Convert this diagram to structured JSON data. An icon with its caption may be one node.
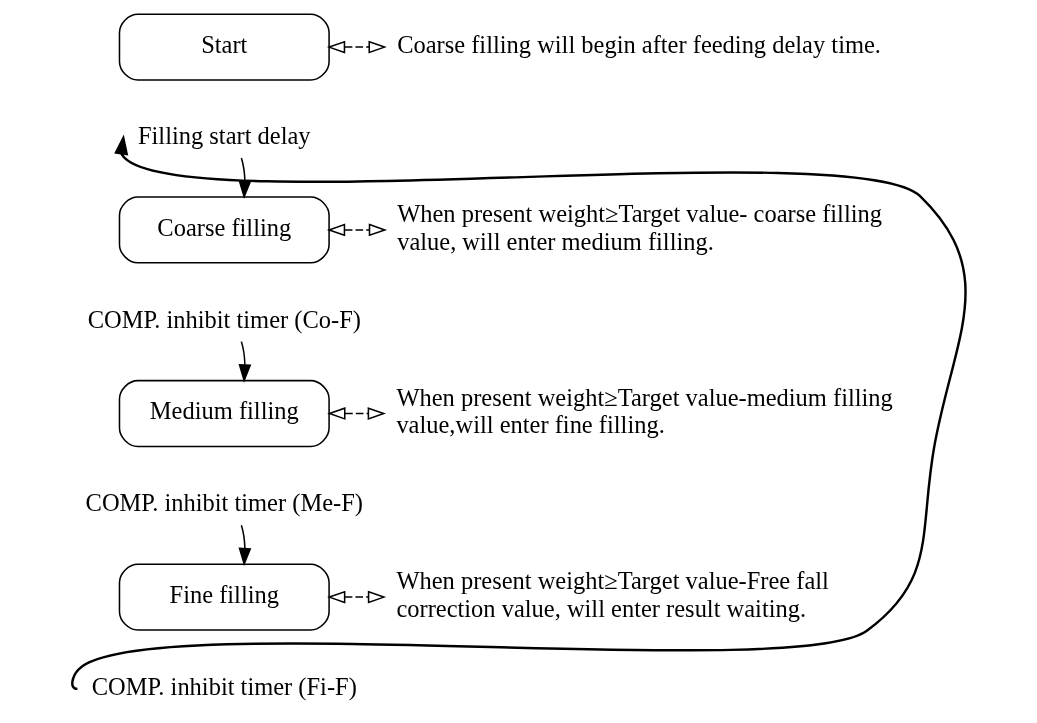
{
  "diagram": {
    "nodes": [
      {
        "text": [
          "Start"
        ]
      },
      {
        "text": [
          "Coarse filling will begin after feeding delay time."
        ]
      },
      {
        "text": [
          "Filling start delay"
        ]
      },
      {
        "text": [
          "Coarse filling"
        ]
      },
      {
        "text": [
          "When present weight≥Target value- coarse filling value, will enter medium filling."
        ]
      },
      {
        "text": [
          "COMP. inhibit timer (Co-F)"
        ]
      },
      {
        "text": [
          "Medium filling"
        ]
      },
      {
        "text": [
          "When present weight≥Target value-medium filling value,will enter fine filling."
        ]
      },
      {
        "text": [
          "COMP. inhibit timer (Me-F)"
        ]
      },
      {
        "text": [
          "Fine filling"
        ]
      },
      {
        "text": [
          "When present weight≥Target value-Free fall correction value, will enter result waiting."
        ]
      },
      {
        "text": [
          "COMP. inhibit timer (Fi-F)"
        ]
      }
    ],
    "edges": [
      {
        "from": 0,
        "to": 1,
        "arrow": "both",
        "style": "dashed"
      },
      {
        "from": 2,
        "to": 3,
        "arrow": "to"
      },
      {
        "from": 3,
        "to": 4,
        "arrow": "both",
        "style": "dashed"
      },
      {
        "from": 5,
        "to": 6,
        "arrow": "to"
      },
      {
        "from": 6,
        "to": 7,
        "arrow": "both",
        "style": "dashed"
      },
      {
        "from": 8,
        "to": 9,
        "arrow": "to"
      },
      {
        "from": 9,
        "to": 10,
        "arrow": "both",
        "style": "dashed"
      },
      {
        "from": 11,
        "to": 2,
        "arrow": "to"
      }
    ]
  }
}
